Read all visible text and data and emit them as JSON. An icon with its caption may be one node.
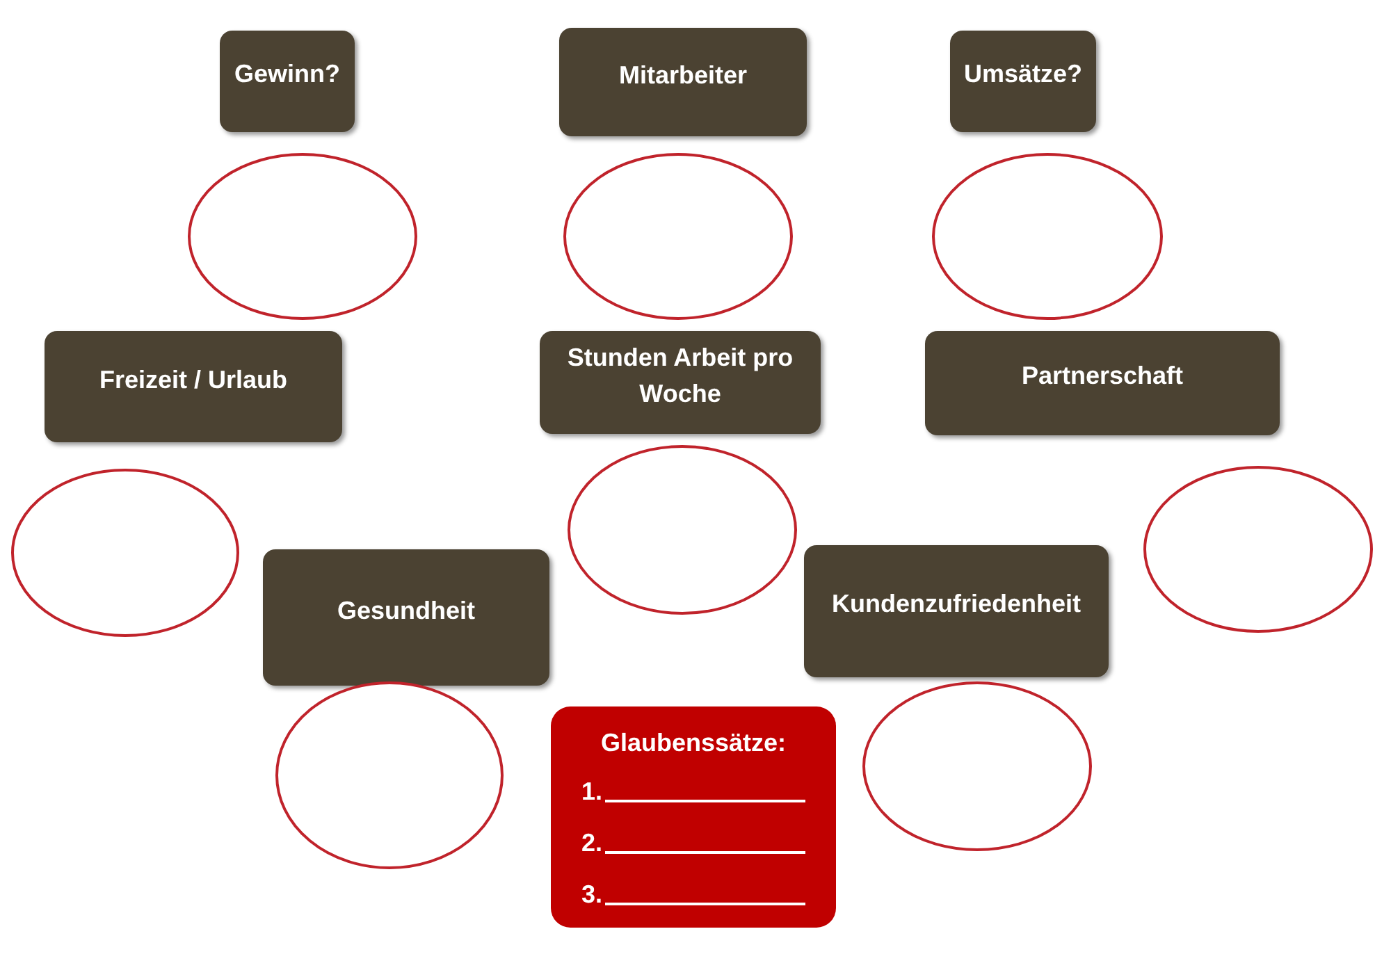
{
  "diagram": {
    "nodes": [
      {
        "text": [
          "Gewinn?"
        ]
      },
      {
        "text": [
          "Mitarbeiter"
        ]
      },
      {
        "text": [
          "Umsätze?"
        ]
      },
      {
        "text": [],
        "shape": "ellipse"
      },
      {
        "text": [],
        "shape": "ellipse"
      },
      {
        "text": [],
        "shape": "ellipse"
      },
      {
        "text": [
          "Freizeit / Urlaub"
        ]
      },
      {
        "text": [
          "Stunden Arbeit pro Woche"
        ]
      },
      {
        "text": [
          "Partnerschaft"
        ]
      },
      {
        "text": [],
        "shape": "ellipse"
      },
      {
        "text": [],
        "shape": "ellipse"
      },
      {
        "text": [],
        "shape": "ellipse"
      },
      {
        "text": [
          "Gesundheit"
        ]
      },
      {
        "text": [
          "Kundenzufriedenheit"
        ]
      },
      {
        "text": [],
        "shape": "ellipse"
      },
      {
        "text": [],
        "shape": "ellipse"
      },
      {
        "text": [
          "Glaubenssätze:",
          "1.",
          "2.",
          "3."
        ]
      }
    ]
  }
}
